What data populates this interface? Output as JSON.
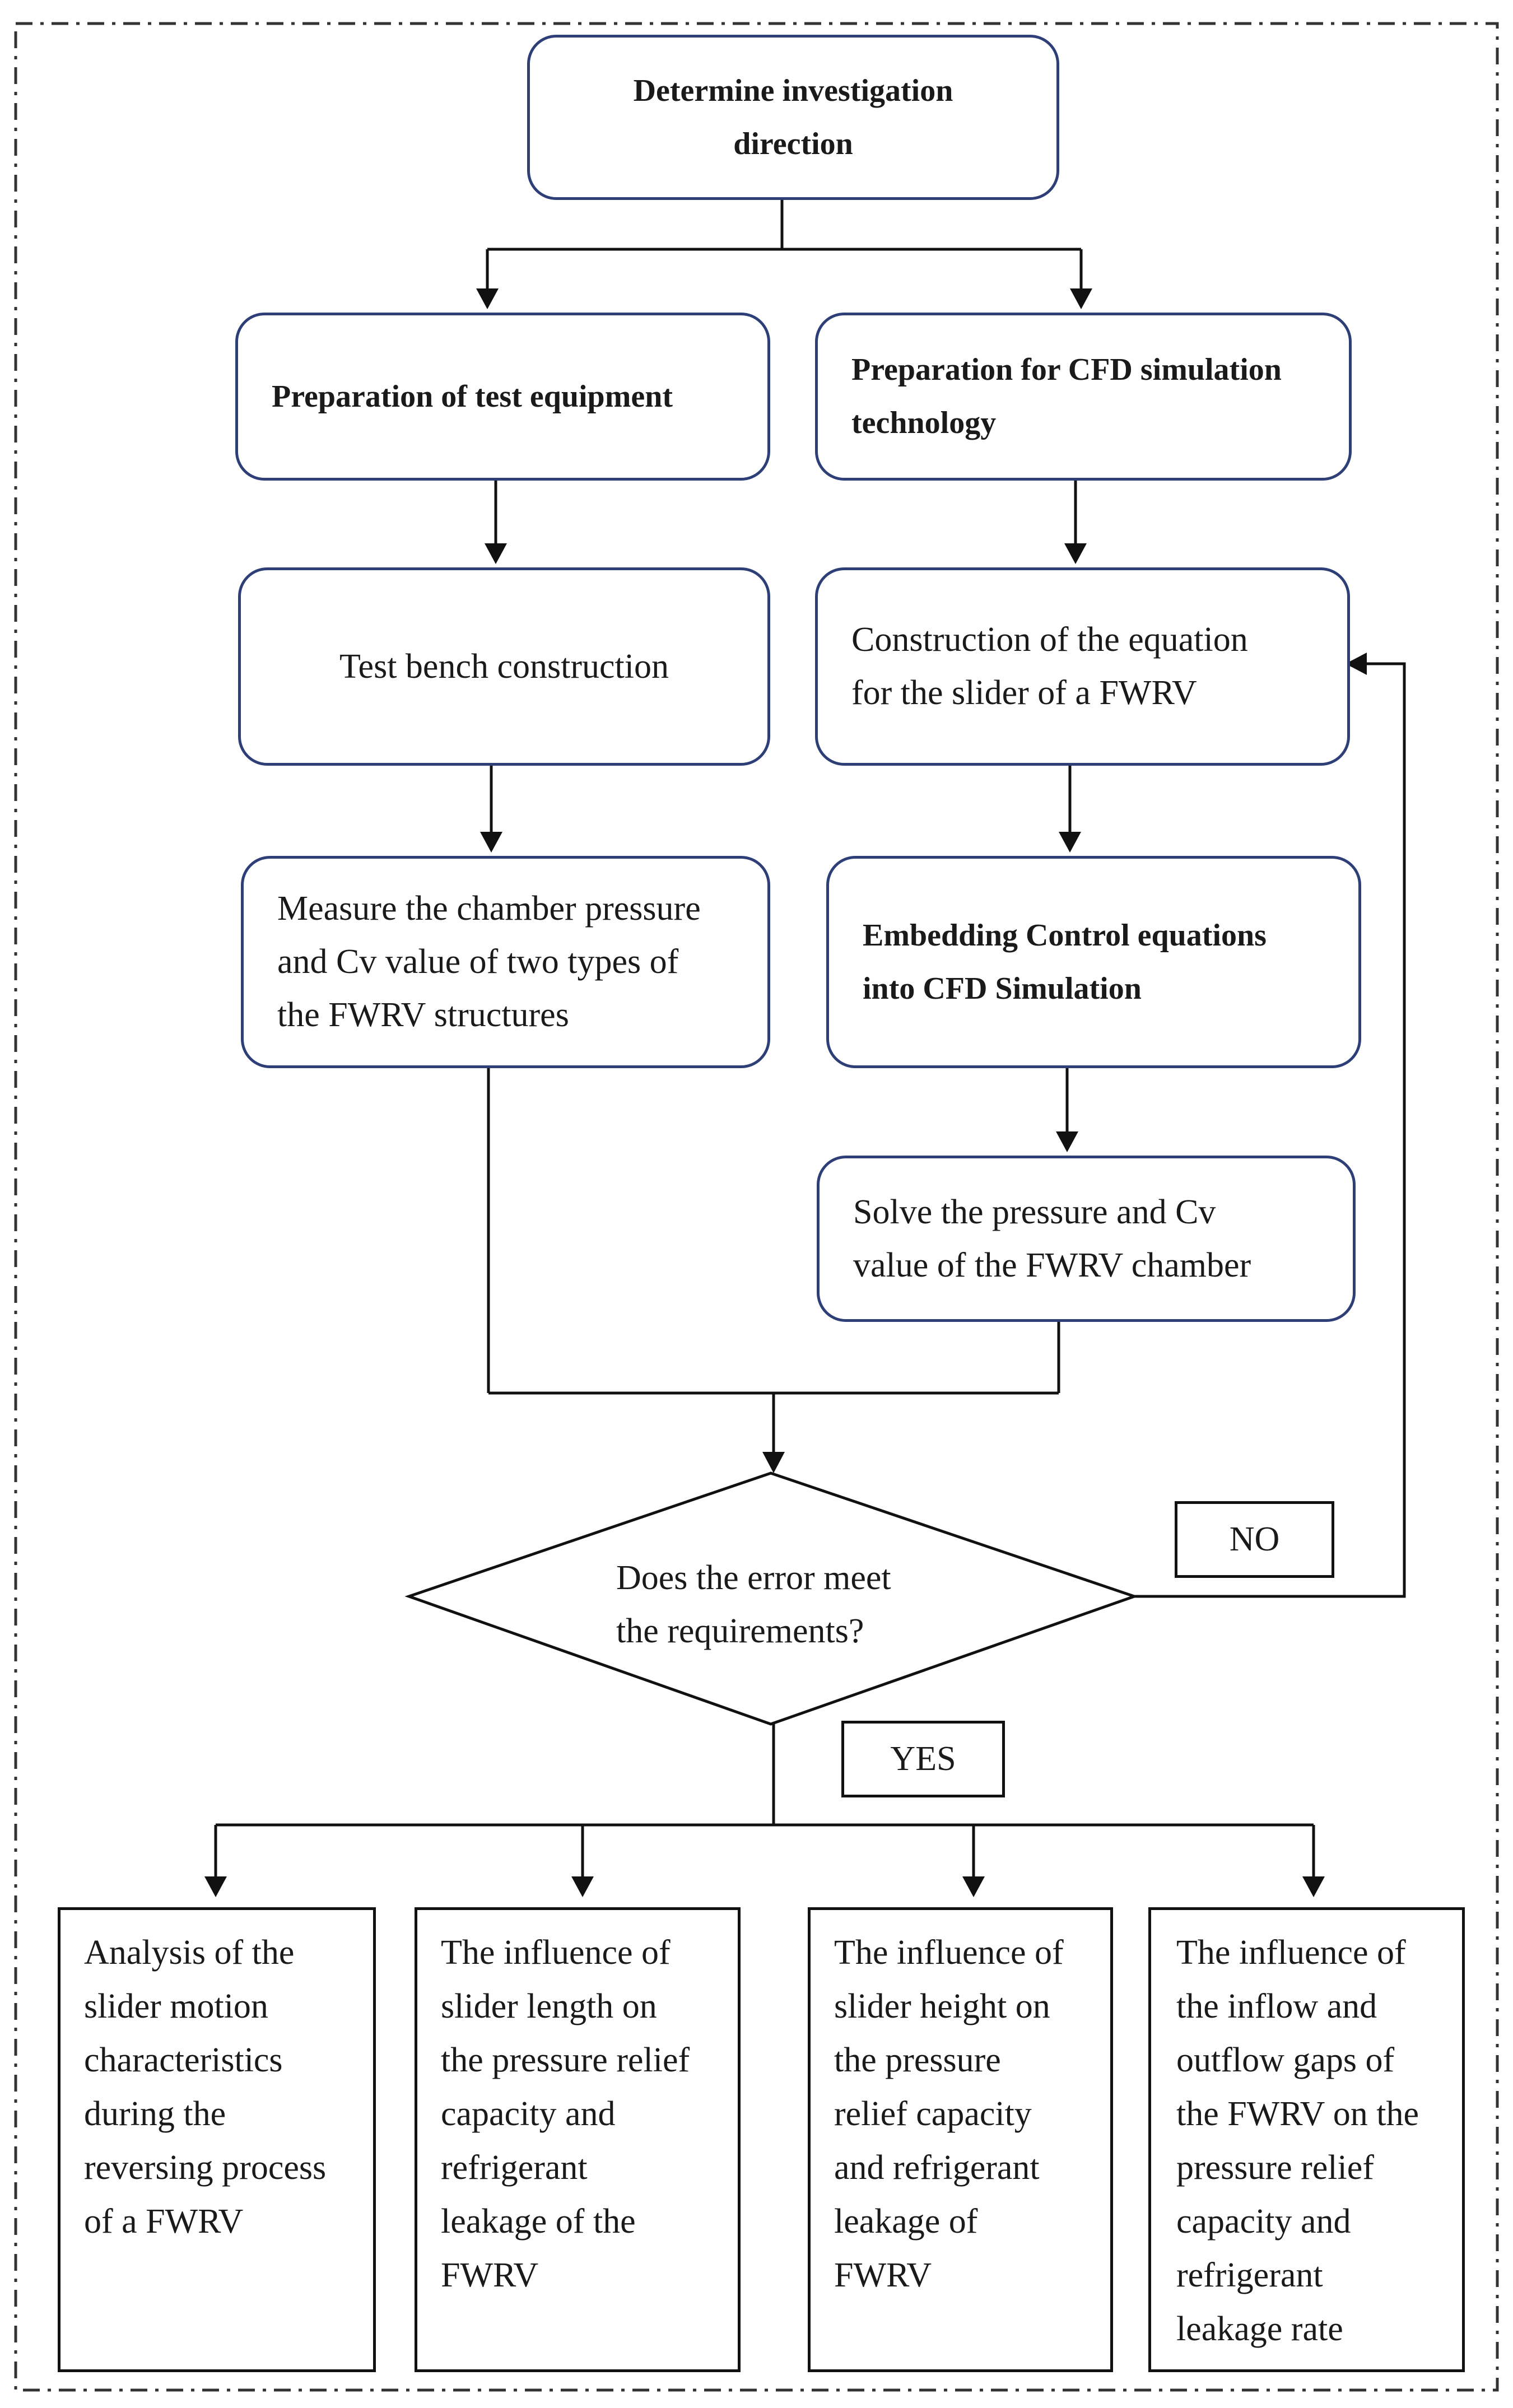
{
  "nodes": {
    "start": [
      "Determine investigation",
      "direction"
    ],
    "prep_test": [
      "Preparation of test equipment"
    ],
    "prep_cfd": [
      "Preparation for CFD simulation",
      "technology"
    ],
    "bench": [
      "Test bench construction"
    ],
    "construct_eq": [
      "Construction of the equation",
      "for the slider of a FWRV"
    ],
    "measure": [
      "Measure the chamber pressure",
      "and Cv value of two types of",
      "the FWRV structures"
    ],
    "embed": [
      "Embedding Control equations",
      "into CFD Simulation"
    ],
    "solve": [
      "Solve the pressure and Cv",
      "value of the FWRV chamber"
    ],
    "decision": [
      "Does the error meet",
      "the requirements?"
    ]
  },
  "labels": {
    "no": "NO",
    "yes": "YES"
  },
  "outputs": [
    [
      "Analysis of the",
      "slider motion",
      "characteristics",
      "during the",
      "reversing process",
      "of a FWRV"
    ],
    [
      "The influence of",
      "slider length on",
      "the pressure relief",
      "capacity and",
      "refrigerant",
      "leakage of the",
      "FWRV"
    ],
    [
      "The influence of",
      "slider height on",
      "the pressure",
      "relief capacity",
      "and refrigerant",
      "leakage of",
      "FWRV"
    ],
    [
      "The influence of",
      "the inflow and",
      "outflow gaps of",
      "the FWRV on the",
      "pressure relief",
      "capacity and",
      "refrigerant",
      "leakage rate"
    ]
  ],
  "colors": {
    "box_border": "#2e3f78",
    "line": "#111111",
    "frame": "#333333"
  }
}
